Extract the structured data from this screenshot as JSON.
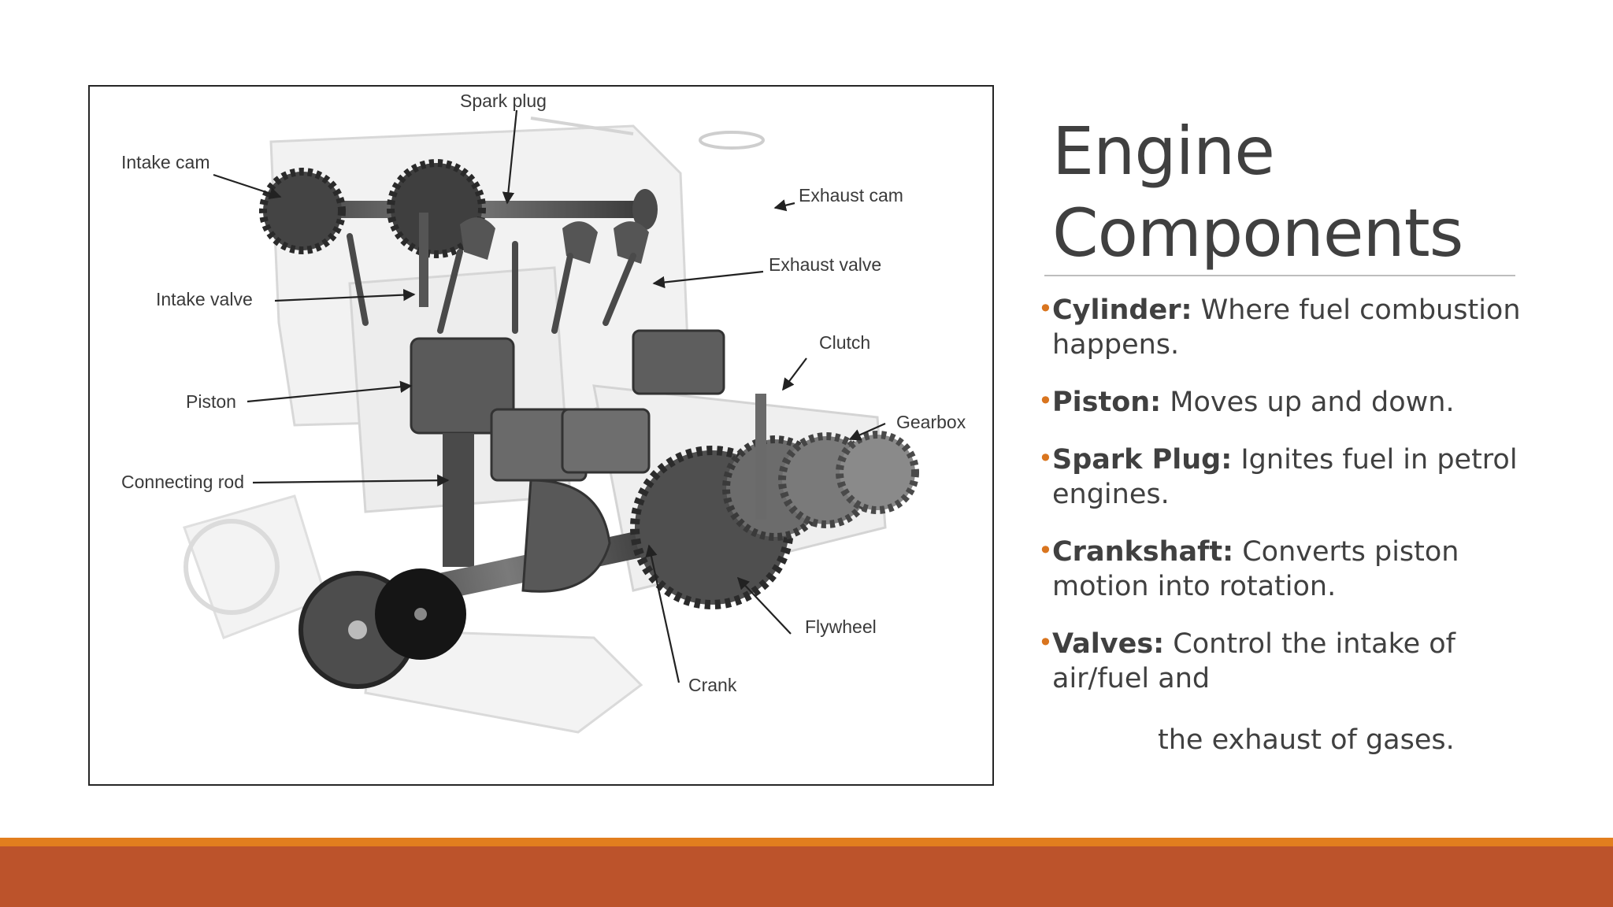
{
  "slide": {
    "title_line1": "Engine",
    "title_line2": "Components"
  },
  "diagram": {
    "labels": {
      "spark_plug": "Spark plug",
      "intake_cam": "Intake cam",
      "exhaust_cam": "Exhaust cam",
      "exhaust_valve": "Exhaust valve",
      "intake_valve": "Intake valve",
      "clutch": "Clutch",
      "piston": "Piston",
      "gearbox": "Gearbox",
      "connecting_rod": "Connecting rod",
      "flywheel": "Flywheel",
      "crank": "Crank"
    }
  },
  "bullets": [
    {
      "term": "Cylinder:",
      "text": " Where fuel combustion happens."
    },
    {
      "term": "Piston:",
      "text": " Moves up and down."
    },
    {
      "term": "Spark Plug:",
      "text": " Ignites fuel in petrol engines."
    },
    {
      "term": "Crankshaft:",
      "text": " Converts piston motion into rotation."
    },
    {
      "term": "Valves:",
      "text": " Control the intake of air/fuel and"
    }
  ],
  "bullet_continuation": "the exhaust of gases.",
  "colors": {
    "accent_orange": "#e27e1e",
    "footer_band": "#bc532b",
    "bullet_marker": "#d9751f",
    "text": "#404040"
  }
}
